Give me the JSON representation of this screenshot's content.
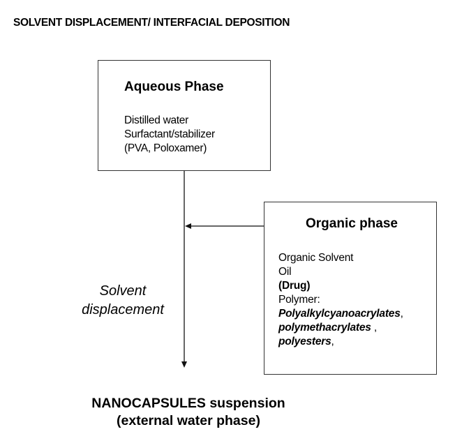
{
  "title": "SOLVENT DISPLACEMENT/ INTERFACIAL DEPOSITION",
  "aqueous_phase": {
    "heading": "Aqueous Phase",
    "lines": [
      "Distilled water",
      "Surfactant/stabilizer",
      "(PVA, Poloxamer)"
    ]
  },
  "organic_phase": {
    "heading": "Organic phase",
    "lines": [
      {
        "text": "Organic Solvent",
        "style": "normal"
      },
      {
        "text": "Oil",
        "style": "normal"
      },
      {
        "text": "(Drug)",
        "style": "bold"
      },
      {
        "text": "Polymer:",
        "style": "normal"
      },
      {
        "text": "Polyalkylcyanoacrylates",
        "suffix": ",",
        "style": "bold-italic"
      },
      {
        "text": "polymethacrylates",
        "suffix": " ,",
        "style": "bold-italic"
      },
      {
        "text": "polyesters",
        "suffix": ",",
        "style": "bold-italic"
      }
    ]
  },
  "process_label": [
    "Solvent",
    "displacement"
  ],
  "result": {
    "line1_bold": "NANOCAPSULES",
    "line1_rest": " suspension",
    "line2": "(external water phase)"
  },
  "colors": {
    "stroke": "#333333",
    "text": "#000000",
    "background": "#ffffff"
  }
}
